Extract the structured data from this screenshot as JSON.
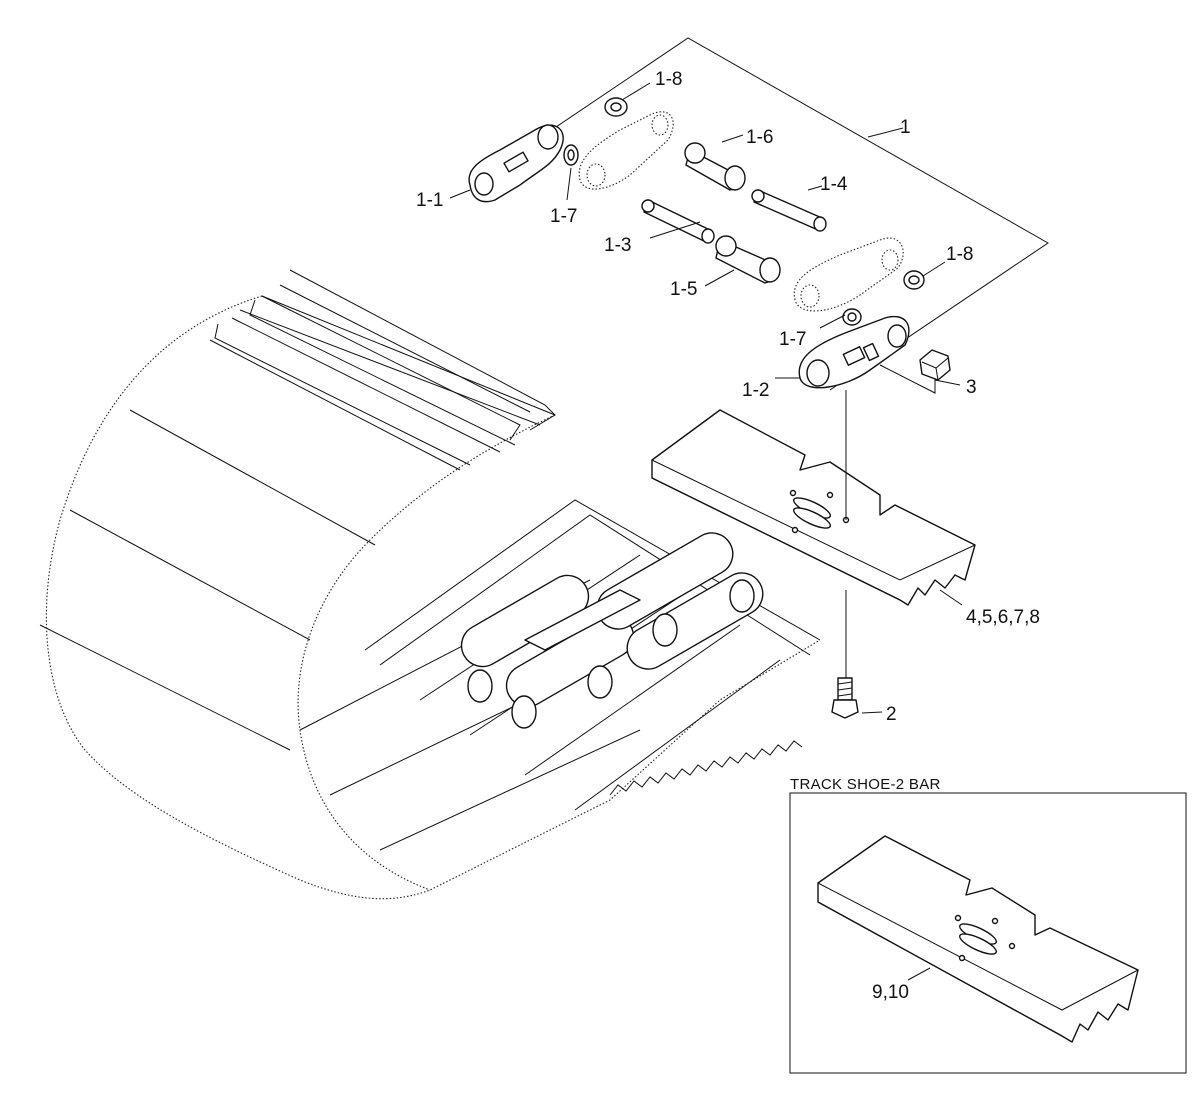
{
  "callouts": {
    "c1": "1",
    "c1_1": "1-1",
    "c1_2": "1-2",
    "c1_3": "1-3",
    "c1_4": "1-4",
    "c1_5": "1-5",
    "c1_6": "1-6",
    "c1_7a": "1-7",
    "c1_7b": "1-7",
    "c1_8a": "1-8",
    "c1_8b": "1-8",
    "c2": "2",
    "c3": "3",
    "c4": "4,5,6,7,8",
    "c9": "9,10"
  },
  "inset": {
    "title": "TRACK SHOE-2 BAR"
  }
}
